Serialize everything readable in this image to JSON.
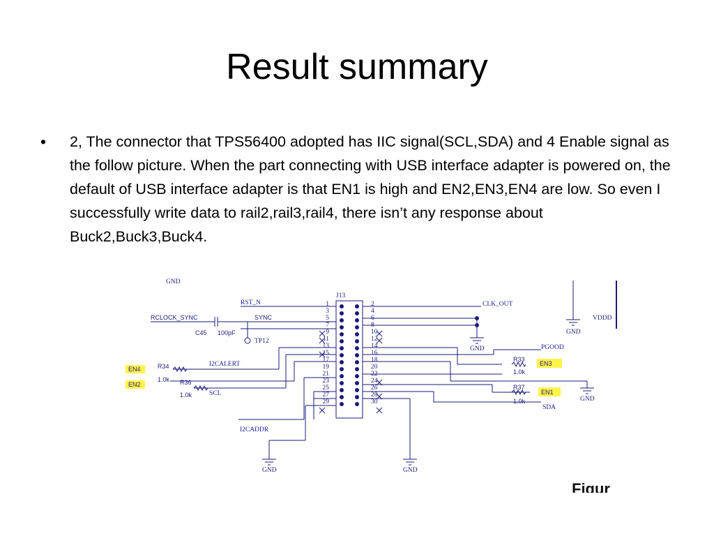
{
  "slide": {
    "title": "Result summary",
    "bullet": {
      "marker": "•",
      "text": "2,  The connector that TPS56400 adopted has IIC signal(SCL,SDA) and 4 Enable signal as the follow picture. When the part connecting with USB interface adapter is powered on, the default of USB interface adapter is that EN1 is high and EN2,EN3,EN4 are low. So even I successfully write data to rail2,rail3,rail4, there isn’t any response about Buck2,Buck3,Buck4."
    }
  },
  "schematic": {
    "connector": "J13",
    "left_pins": [
      "1",
      "3",
      "5",
      "7",
      "9",
      "11",
      "13",
      "15",
      "17",
      "19",
      "21",
      "23",
      "25",
      "27",
      "29"
    ],
    "right_pins": [
      "2",
      "4",
      "6",
      "8",
      "10",
      "12",
      "14",
      "16",
      "18",
      "20",
      "22",
      "24",
      "26",
      "28",
      "30"
    ],
    "nets": {
      "rst_n": "RST_N",
      "rclock_sync": "RCLOCK_SYNC",
      "sync": "SYNC",
      "clk_out": "CLK_OUT",
      "i2calert": "I2CALERT",
      "scl": "SCL",
      "i2caddr": "I2CADDR",
      "pgood": "PGOOD",
      "sda": "SDA",
      "vddd": "VDDD"
    },
    "ground_labels": {
      "top": "GND",
      "mid": "GND",
      "right_top": "GND",
      "right_mid": "GND",
      "bottom_left": "GND",
      "bottom_mid": "GND"
    },
    "components": {
      "c45": "C45",
      "c45_value": "100pF",
      "tp12": "TP12",
      "r34": "R34",
      "r34_value": "1.0k",
      "r36": "R36",
      "r36_value": "1.0k",
      "r33": "R33",
      "r33_value": "1.0k",
      "r37": "R37",
      "r37_value": "1.0k"
    },
    "highlights": {
      "en4": "EN4",
      "en2": "EN2",
      "en3": "EN3",
      "en1": "EN1"
    },
    "caption_fragment": "Figur",
    "highlight_color": "#fff34a",
    "wire_color": "#1a1a7a"
  }
}
